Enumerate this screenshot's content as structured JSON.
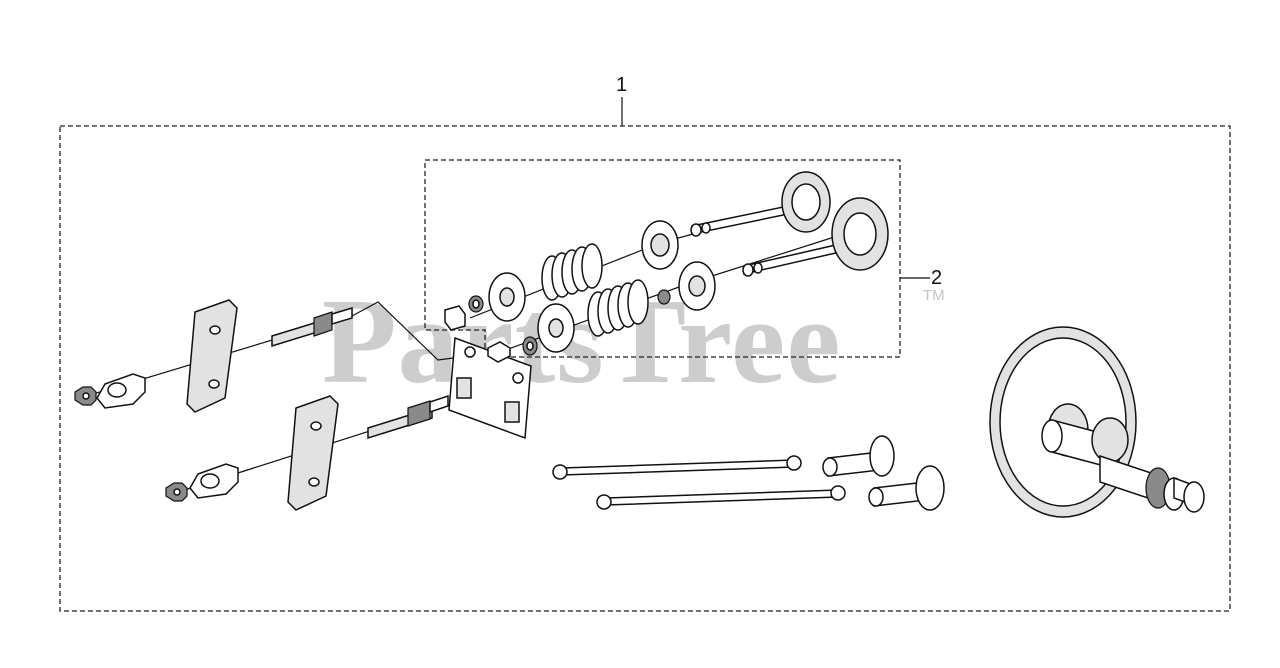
{
  "diagram": {
    "callouts": [
      {
        "id": "callout-1",
        "label": "1"
      },
      {
        "id": "callout-2",
        "label": "2"
      }
    ],
    "watermark": {
      "text": "PartsTree",
      "trademark": "TM"
    }
  }
}
